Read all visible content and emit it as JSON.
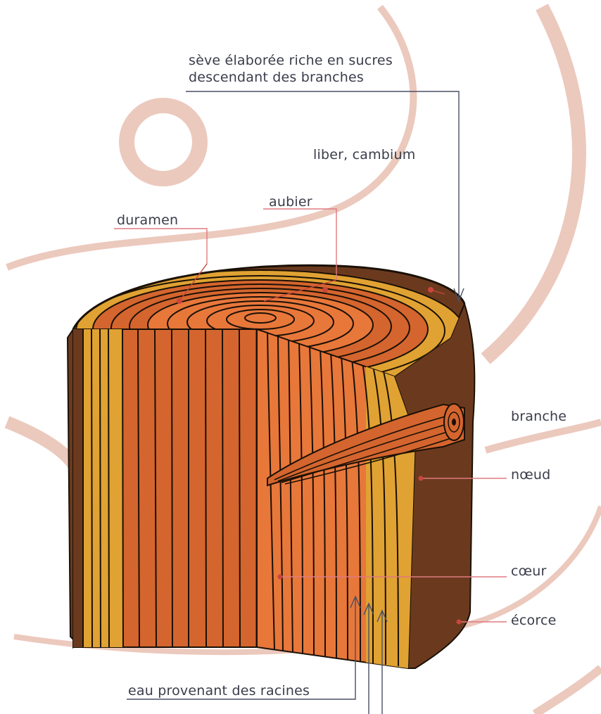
{
  "labels": {
    "seve_line1": "sève élaborée riche en sucres",
    "seve_line2": "descendant des branches",
    "liber_cambium": "liber, cambium",
    "aubier": "aubier",
    "duramen": "duramen",
    "branche": "branche",
    "noeud": "nœud",
    "coeur": "cœur",
    "ecorce": "écorce",
    "eau": "eau provenant des racines"
  },
  "colors": {
    "background": "#ffffff",
    "background_swirl": "#ecc9bd",
    "bark": "#6b3a1e",
    "bark_dark": "#4a2712",
    "heartwood": "#d4652e",
    "heartwood_light": "#e8773a",
    "sapwood": "#e0a232",
    "ring_line": "#1a1006",
    "leader_red": "#c8463c",
    "arrow_line": "#4a4f64",
    "label_text": "#3a3c4a"
  }
}
